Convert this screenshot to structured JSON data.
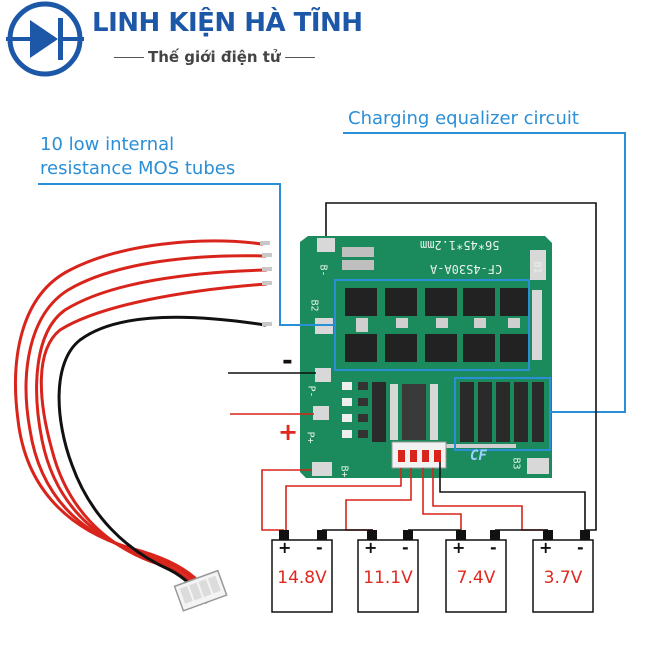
{
  "header": {
    "brand": "LINH KIỆN HÀ TĨNH",
    "tagline": "Thế giới điện tử",
    "logo_icon": "diode-icon"
  },
  "annotations": {
    "mos_label_line1": "10 low internal",
    "mos_label_line2": "resistance MOS tubes",
    "equalizer_label": "Charging equalizer circuit"
  },
  "board": {
    "model_text": "CF-4S30A-A",
    "size_text": "56*45*1.2mm",
    "pad_b_minus": "B-",
    "pad_b2": "B2",
    "pad_p_minus": "P-",
    "pad_p_plus": "P+",
    "pad_b_plus": "B+",
    "pad_b1": "B1",
    "pad_b3": "B3",
    "logo_text": "CF"
  },
  "terminals": {
    "minus": "-",
    "plus": "+"
  },
  "batteries": [
    {
      "plus": "+",
      "minus": "-",
      "voltage": "14.8V"
    },
    {
      "plus": "+",
      "minus": "-",
      "voltage": "11.1V"
    },
    {
      "plus": "+",
      "minus": "-",
      "voltage": "7.4V"
    },
    {
      "plus": "+",
      "minus": "-",
      "voltage": "3.7V"
    }
  ],
  "colors": {
    "brand": "#1d57a8",
    "annotation": "#2a8fd6",
    "pcb": "#1b8a5c",
    "wire_red": "#d9241c",
    "wire_black": "#111111",
    "voltage_text": "#e0281f"
  }
}
